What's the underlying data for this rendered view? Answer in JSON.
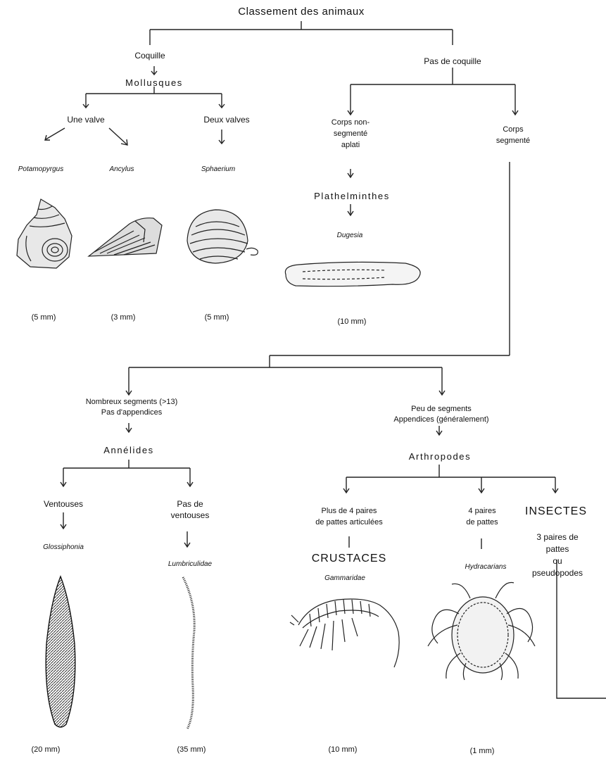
{
  "title": "Classement des animaux",
  "shell": {
    "label": "Coquille",
    "group": "Mollusques",
    "one_valve": "Une valve",
    "two_valves": "Deux valves",
    "taxa": [
      {
        "name": "Potamopyrgus",
        "size": "(5 mm)"
      },
      {
        "name": "Ancylus",
        "size": "(3 mm)"
      },
      {
        "name": "Sphaerium",
        "size": "(5 mm)"
      }
    ]
  },
  "no_shell": {
    "label": "Pas de coquille",
    "flat": {
      "label": "Corps non-\nsegmenté\naplati",
      "group": "Plathelminthes",
      "taxon": "Dugesia",
      "size": "(10 mm)"
    },
    "segmented": {
      "label": "Corps\nsegmenté"
    }
  },
  "many_segments": {
    "label": "Nombreux segments (>13)\nPas d'appendices",
    "group": "Annélides",
    "suckers": "Ventouses",
    "no_suckers": "Pas de\nventouses",
    "taxa": [
      {
        "name": "Glossiphonia",
        "size": "(20 mm)"
      },
      {
        "name": "Lumbriculidae",
        "size": "(35 mm)"
      }
    ]
  },
  "few_segments": {
    "label": "Peu de segments\nAppendices (généralement)",
    "group": "Arthropodes",
    "crust_label": "Plus de 4 paires\nde pattes articulées",
    "crust_group": "CRUSTACES",
    "crust_taxon": "Gammaridae",
    "crust_size": "(10 mm)",
    "mite_label": "4 paires\nde pattes",
    "mite_taxon": "Hydracarians",
    "mite_size": "(1 mm)",
    "insect_group": "INSECTES",
    "insect_label": "3 paires de pattes\nou pseudopodes"
  }
}
